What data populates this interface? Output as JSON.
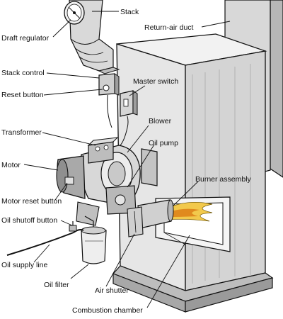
{
  "labels": {
    "stack": "Stack",
    "draft_regulator": "Draft regulator",
    "return_air_duct": "Return-air duct",
    "stack_control": "Stack control",
    "master_switch": "Master switch",
    "reset_button": "Reset button",
    "blower": "Blower",
    "transformer": "Transformer",
    "oil_pump": "Oil pump",
    "motor": "Motor",
    "burner_assembly": "Burner assembly",
    "motor_reset_button": "Motor reset button",
    "oil_shutoff_button": "Oil shutoff button",
    "oil_supply_line": "Oil supply line",
    "oil_filter": "Oil filter",
    "air_shutter": "Air shutter",
    "combustion_chamber": "Combustion chamber"
  },
  "colors": {
    "line": "#111111",
    "metal_light": "#e9e9e9",
    "metal_mid": "#c9c9c9",
    "metal_dark": "#8a8a8a",
    "flame": "#f2c94c",
    "flame_core": "#e08a1e"
  }
}
